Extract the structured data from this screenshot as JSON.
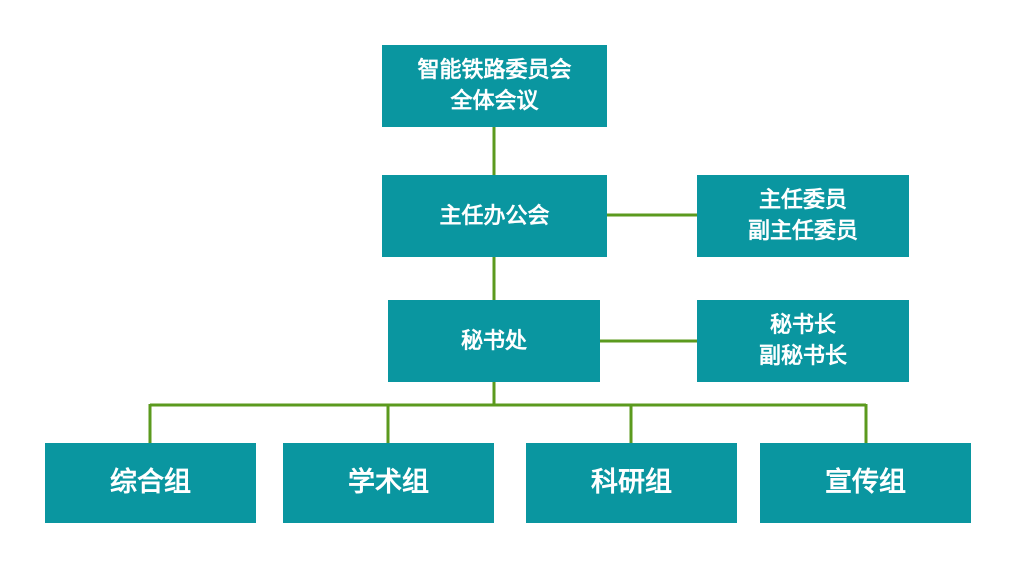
{
  "nodes": {
    "plenary": {
      "lines": [
        "智能铁路委员会",
        "全体会议"
      ]
    },
    "director_office": {
      "lines": [
        "主任办公会"
      ]
    },
    "directors": {
      "lines": [
        "主任委员",
        "副主任委员"
      ]
    },
    "secretariat": {
      "lines": [
        "秘书处"
      ]
    },
    "secretaries": {
      "lines": [
        "秘书长",
        "副秘书长"
      ]
    },
    "groups": [
      {
        "label": "综合组"
      },
      {
        "label": "学术组"
      },
      {
        "label": "科研组"
      },
      {
        "label": "宣传组"
      }
    ]
  },
  "colors": {
    "box": "#0a96a0",
    "text": "#ffffff",
    "connector": "#5b9a1e"
  }
}
